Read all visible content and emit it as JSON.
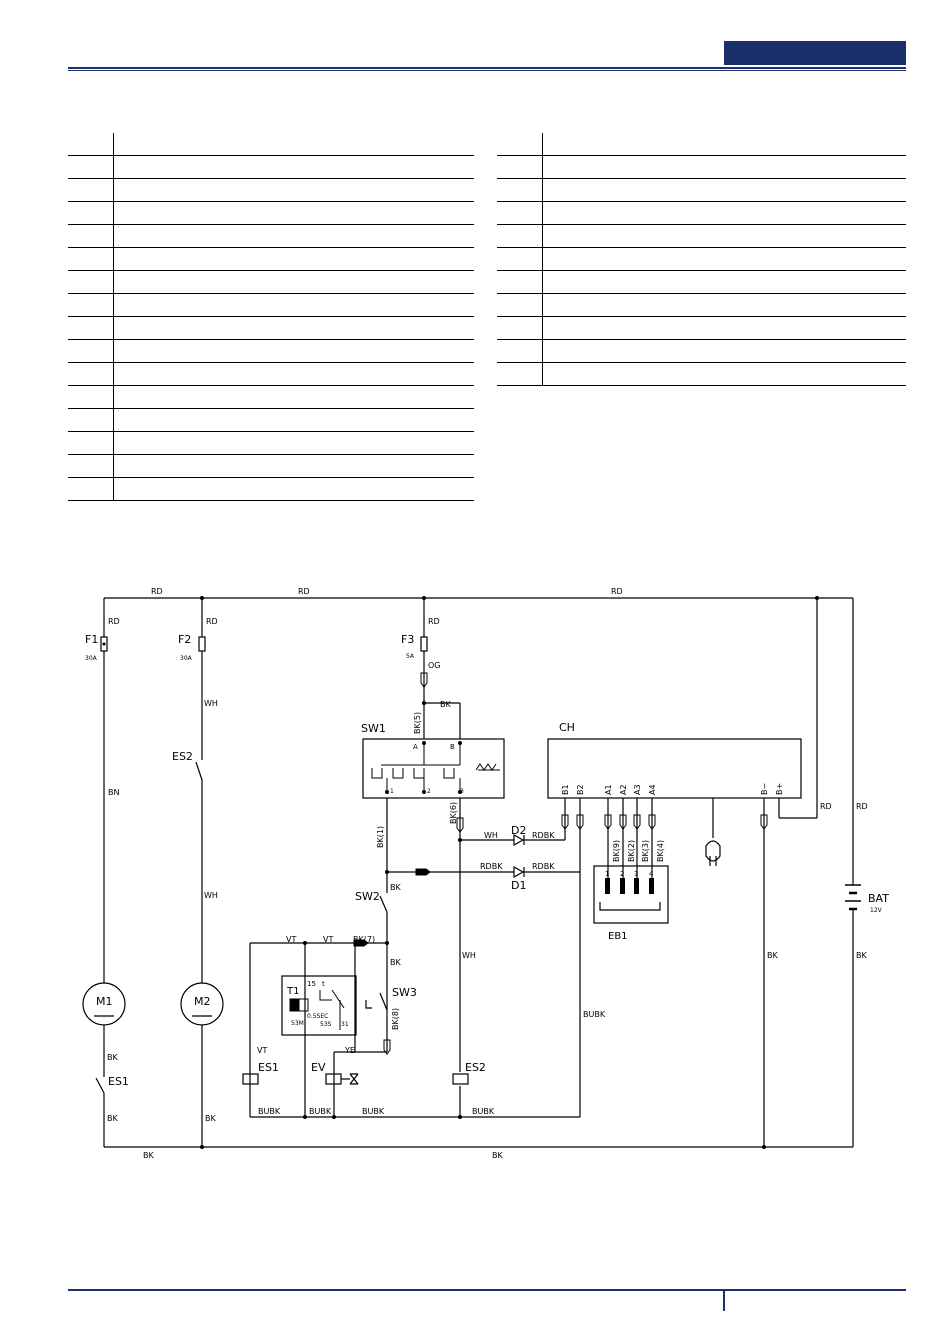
{
  "colors": {
    "header_blue": "#1b2f6b",
    "wire": "#000000"
  },
  "wiring": {
    "components": {
      "F1": "F1",
      "F1_rating": "30A",
      "F2": "F2",
      "F2_rating": "30A",
      "F3": "F3",
      "F3_rating": "5A",
      "ES2_top": "ES2",
      "ES2_bottom": "ES2",
      "SW1": "SW1",
      "SW1_A": "A",
      "SW1_B": "B",
      "SW1_p1": "1",
      "SW1_p2": "2",
      "SW1_p3": "3",
      "SW2": "SW2",
      "SW3": "SW3",
      "CH": "CH",
      "CH_B1": "B1",
      "CH_B2": "B2",
      "CH_A1": "A1",
      "CH_A2": "A2",
      "CH_A3": "A3",
      "CH_A4": "A4",
      "CH_Bminus": "B−",
      "CH_Bplus": "B+",
      "D1": "D1",
      "D2": "D2",
      "EB1": "EB1",
      "EB1_p1": "1",
      "EB1_p2": "2",
      "EB1_p3": "3",
      "EB1_p4": "4",
      "BAT": "BAT",
      "BAT_voltage": "12V",
      "M1": "M1",
      "M2": "M2",
      "ES1_motor": "ES1",
      "ES1_coil": "ES1",
      "EV": "EV",
      "T1": "T1",
      "T1_15": "15",
      "T1_t": "t",
      "T1_time": "0.5SEC",
      "T1_53M": "53M",
      "T1_53S": "53S",
      "T1_31": "31"
    },
    "wire_labels": {
      "RD": "RD",
      "BN": "BN",
      "WH": "WH",
      "BK": "BK",
      "OG": "OG",
      "VT": "VT",
      "YE": "YE",
      "BUBK": "BUBK",
      "RDBK": "RDBK",
      "BK1": "BK(1)",
      "BK2": "BK(2)",
      "BK3": "BK(3)",
      "BK4": "BK(4)",
      "BK5": "BK(5)",
      "BK6": "BK(6)",
      "BK7": "BK(7)",
      "BK8": "BK(8)",
      "BK9": "BK(9)"
    }
  }
}
